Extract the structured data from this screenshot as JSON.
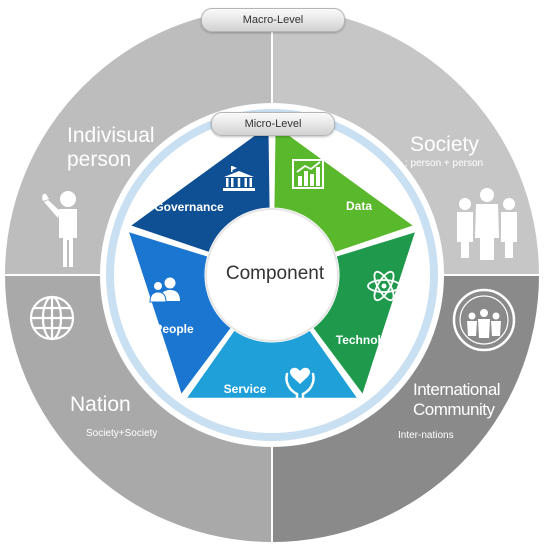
{
  "macro": {
    "label": "Macro-Level",
    "quadrants": {
      "top_left": {
        "title_line1": "Indivisual",
        "title_line2": "person",
        "icon": "standing-person-icon"
      },
      "top_right": {
        "title": "Society",
        "subtitle": ": person + person",
        "icon": "group-people-icon"
      },
      "bottom_left": {
        "title": "Nation",
        "subtitle": "Society+Society",
        "icon": "globe-icon"
      },
      "bottom_right": {
        "title_line1": "International",
        "title_line2": "Community",
        "subtitle": "Inter-nations",
        "icon": "world-people-icon"
      }
    }
  },
  "micro": {
    "label": "Micro-Level",
    "center": "Component",
    "segments": [
      {
        "label": "Governance",
        "icon": "government-building-icon",
        "color": "#0f4f93"
      },
      {
        "label": "Data",
        "icon": "bar-chart-icon",
        "color": "#5ab82d"
      },
      {
        "label": "Technology",
        "icon": "atom-icon",
        "color": "#1f9a4c"
      },
      {
        "label": "Service",
        "icon": "hands-heart-icon",
        "color": "#1fa0d8"
      },
      {
        "label": "People",
        "icon": "people-icon",
        "color": "#1a76d1"
      }
    ]
  },
  "colors": {
    "outer_light": "#bdbdbd",
    "outer_dark": "#8e8e8e",
    "ring": "#c9dff2"
  }
}
